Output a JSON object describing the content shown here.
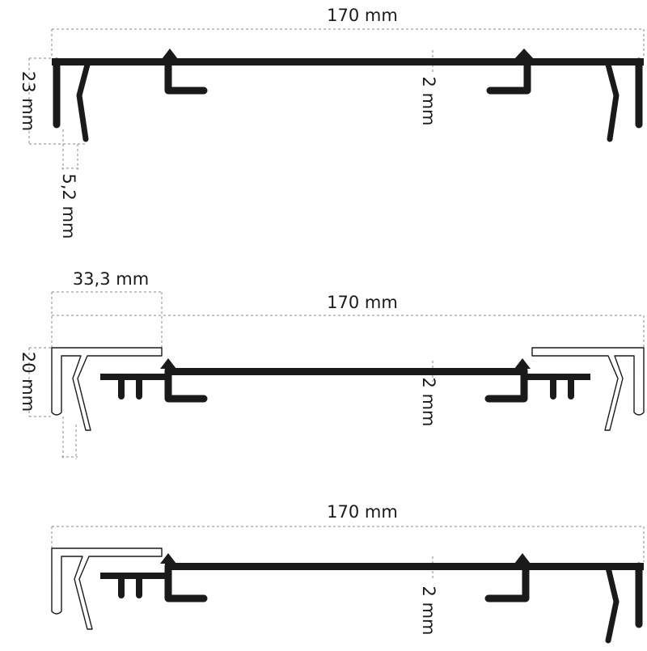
{
  "diagrams": [
    {
      "width_label": "170 mm",
      "height_label": "23 mm",
      "gap_label": "5,2 mm",
      "thickness_label": "2 mm"
    },
    {
      "width_label": "170 mm",
      "cap_width_label": "33,3 mm",
      "height_label": "20 mm",
      "thickness_label": "2 mm"
    },
    {
      "width_label": "170 mm",
      "thickness_label": "2 mm"
    }
  ]
}
